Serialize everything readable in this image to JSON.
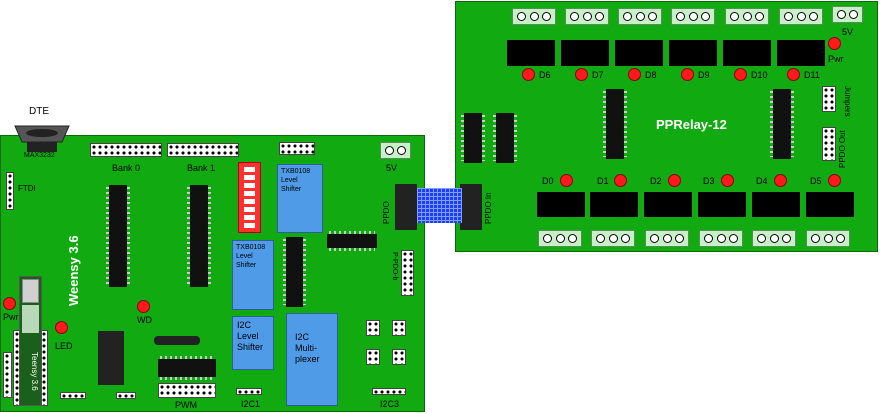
{
  "dte": {
    "label": "DTE",
    "chip": "MAX3232"
  },
  "left_board": {
    "title": "Weensy 3.6",
    "ftdi": "FTDI",
    "bank0": "Bank 0",
    "bank1": "Bank 1",
    "power_5v": "5V",
    "ppdo": "PPDO",
    "ppdo_b": "P-PDO-b",
    "pwr": "Pwr",
    "led": "LED",
    "wd": "WD",
    "teensy": "Teensy 3.6",
    "pwm": "PWM",
    "i2c1": "I2C1",
    "i2c3": "I2C3",
    "txb_top": "TXB0108 Level Shifter",
    "txb_mid": "TXB0108 Level Shifter",
    "i2c_shifter": "I2C Level Shifter",
    "i2c_mux": "I2C Multi-plexer"
  },
  "right_board": {
    "title": "PPRelay-12",
    "power_5v": "5V",
    "pwr": "Pwr",
    "ppdo_in": "PPDO In",
    "ppdo_out": "PPDO Out",
    "jumpers": "Jumpers",
    "top_leds": [
      "D6",
      "D7",
      "D8",
      "D9",
      "D10",
      "D11"
    ],
    "bottom_leds": [
      "D0",
      "D1",
      "D2",
      "D3",
      "D4",
      "D5"
    ]
  }
}
